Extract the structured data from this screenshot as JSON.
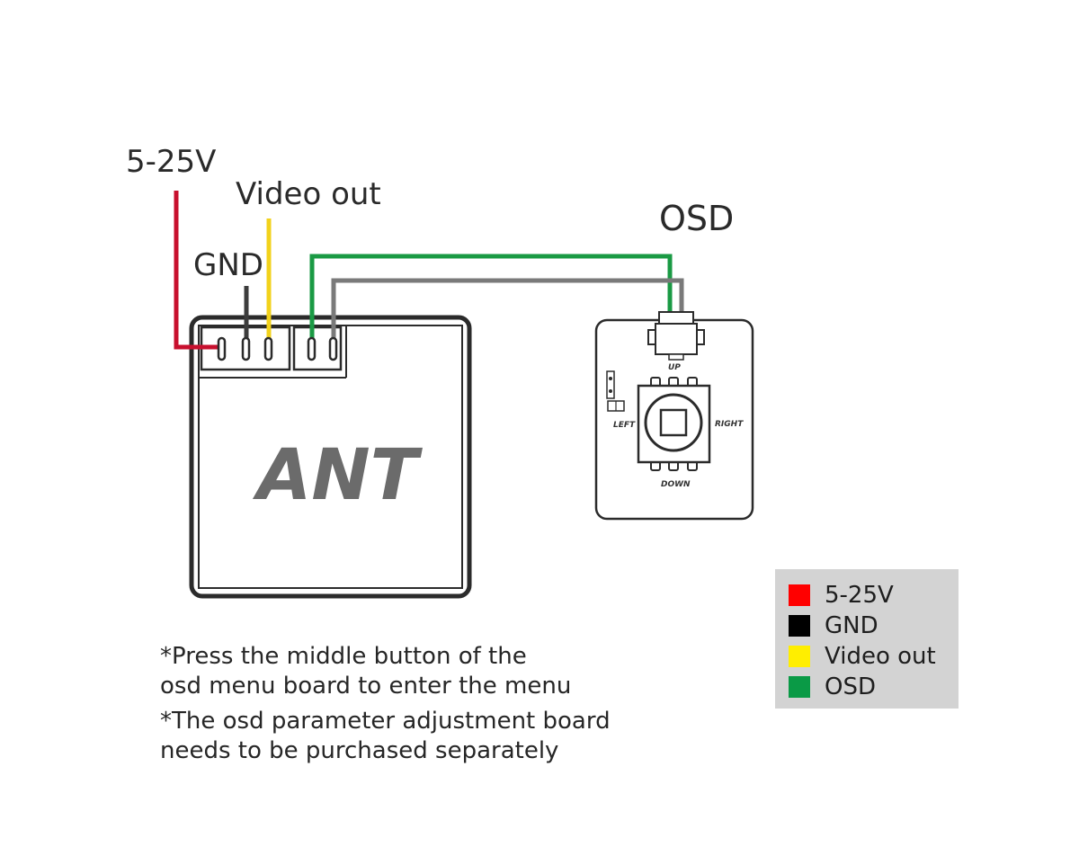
{
  "wire_labels": {
    "power": "5-25V",
    "video": "Video out",
    "gnd": "GND",
    "osd": "OSD"
  },
  "camera": {
    "brand": "ANT"
  },
  "osd_board": {
    "up": "UP",
    "left": "LEFT",
    "right": "RIGHT",
    "down": "DOWN"
  },
  "notes": [
    "*Press the middle button of the\nosd menu board to enter the menu",
    "*The osd parameter adjustment board\nneeds to be purchased separately"
  ],
  "legend": {
    "items": [
      {
        "label": "5-25V",
        "color": "#ff0000"
      },
      {
        "label": "GND",
        "color": "#000000"
      },
      {
        "label": "Video out",
        "color": "#ffee00"
      },
      {
        "label": "OSD",
        "color": "#0a9a46"
      }
    ]
  },
  "colors": {
    "power_wire": "#c8102e",
    "gnd_wire": "#3c3c3c",
    "video_wire": "#f2d21b",
    "osd_wire": "#1a9a44",
    "osd_gray_wire": "#7a7a7a",
    "outline": "#2b2b2b"
  }
}
